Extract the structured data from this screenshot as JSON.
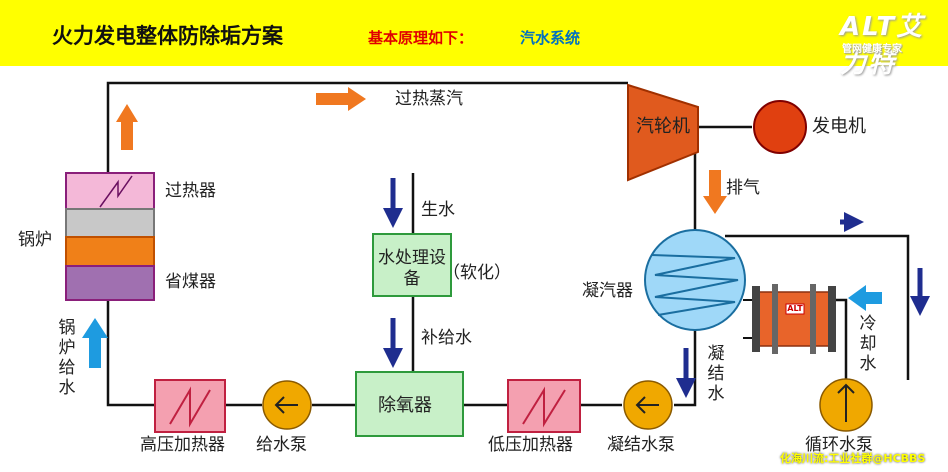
{
  "header": {
    "title": "火力发电整体防除垢方案",
    "subtitle": "基本原理如下：",
    "system": "汽水系统",
    "logo_main": "ALT艾力特",
    "logo_sub": "管网健康专家"
  },
  "labels": {
    "superheated_steam": "过热蒸汽",
    "turbine": "汽轮机",
    "generator": "发电机",
    "exhaust": "排气",
    "raw_water": "生水",
    "water_treatment": "水处理设备",
    "softening": "（软化）",
    "makeup_water": "补给水",
    "deaerator": "除氧器",
    "superheater": "过热器",
    "boiler": "锅炉",
    "economizer": "省煤器",
    "boiler_feedwater": "锅炉给水",
    "condenser": "凝汽器",
    "condensate": "凝结水",
    "cooling_water": "冷却水",
    "hp_heater": "高压加热器",
    "feed_pump": "给水泵",
    "lp_heater": "低压加热器",
    "condensate_pump": "凝结水泵",
    "circ_pump": "循环水泵",
    "device_text": "ALT"
  },
  "watermark": "化海川流:工业社群@HCBBS",
  "colors": {
    "banner": "#ffff00",
    "arrow_orange": "#f07820",
    "arrow_blue": "#1e9be0",
    "arrow_navy": "#1f2d8f",
    "turbine": "#e05a1e",
    "generator": "#e04010",
    "pump": "#f0a800",
    "green_box": "#c8f0c8",
    "green_border": "#2e9a3c",
    "heater_fill": "#f4a0b0",
    "heater_border": "#c02040",
    "condenser": "#9fd8f8",
    "superheater": "#f4b8d8",
    "boiler_mid": "#c8c8c8",
    "boiler_orange": "#f08018",
    "economizer": "#a070b0"
  }
}
